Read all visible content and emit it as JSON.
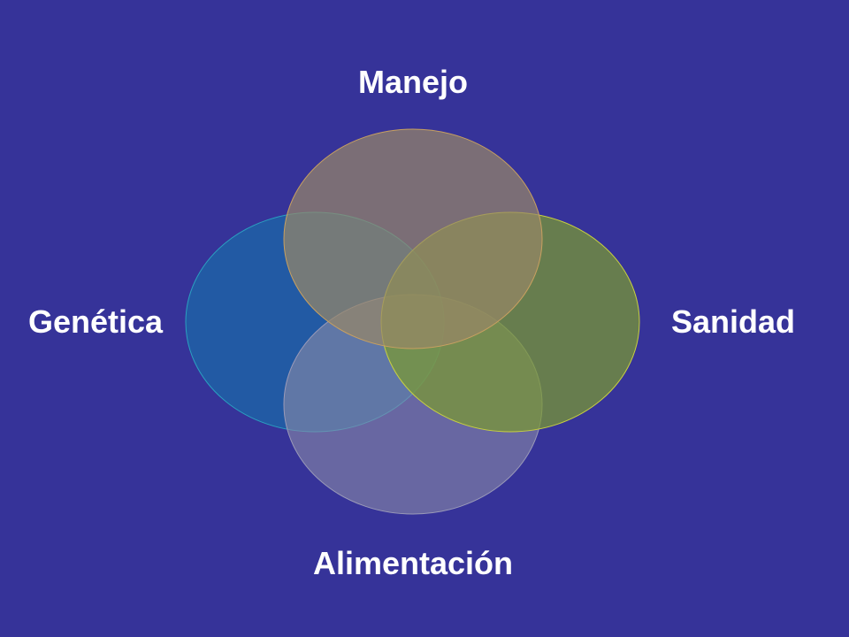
{
  "diagram": {
    "type": "venn",
    "background_color": "#363399",
    "sets": [
      {
        "key": "manejo",
        "label": "Manejo",
        "fill": "#998866",
        "stroke": "#c8a060"
      },
      {
        "key": "sanidad",
        "label": "Sanidad",
        "fill": "#7a9a30",
        "stroke": "#c8d040"
      },
      {
        "key": "genetica",
        "label": "Genética",
        "fill": "#1a6aa8",
        "stroke": "#2aa0c0"
      },
      {
        "key": "alimentacion",
        "label": "Alimentación",
        "fill": "#8a8aa8",
        "stroke": "#9a9ab8"
      }
    ]
  }
}
